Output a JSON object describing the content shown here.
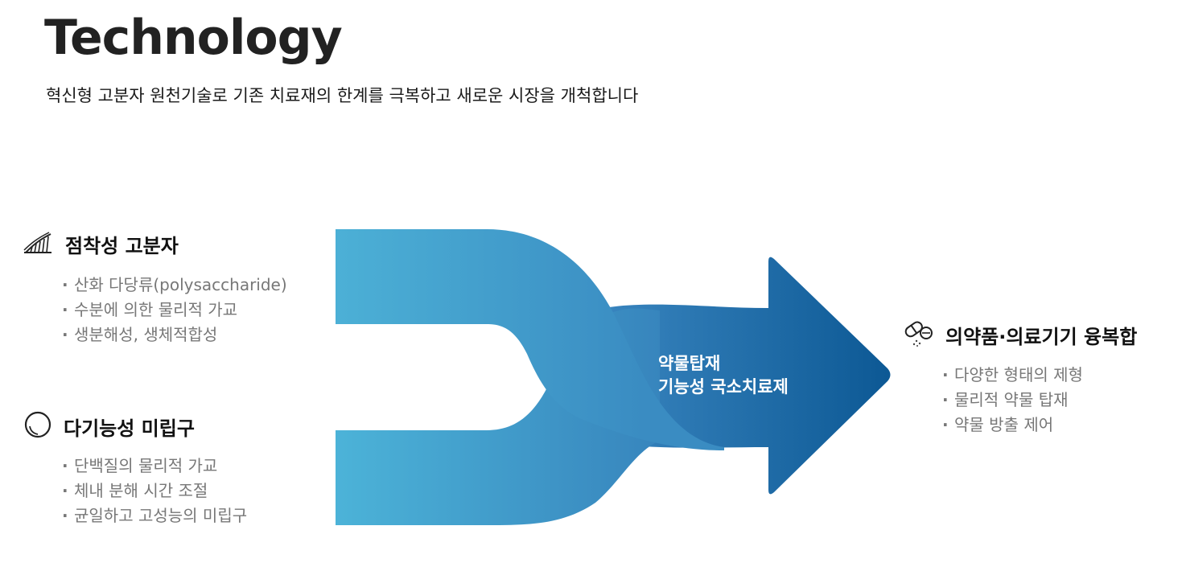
{
  "header": {
    "title": "Technology",
    "subtitle": "혁신형 고분자 원천기술로 기존 치료재의 한계를 극복하고 새로운 시장을 개척합니다"
  },
  "left_top": {
    "icon": "polymer-ribbon-icon",
    "heading": "점착성 고분자",
    "items": [
      "산화 다당류(polysaccharide)",
      "수분에 의한 물리적 가교",
      "생분해성, 생체적합성"
    ]
  },
  "left_bottom": {
    "icon": "sphere-icon",
    "heading": "다기능성 미립구",
    "items": [
      "단백질의 물리적 가교",
      "체내 분해 시간 조절",
      "균일하고 고성능의 미립구"
    ]
  },
  "center": {
    "line1": "약물탑재",
    "line2": "기능성 국소치료제"
  },
  "right": {
    "icon": "pills-icon",
    "heading": "의약품·의료기기 융복합",
    "items": [
      "다양한 형태의 제형",
      "물리적 약물 탑재",
      "약물 방출 제어"
    ]
  },
  "colors": {
    "arrow_light": "#4cb0d6",
    "arrow_mid": "#3a8fc4",
    "arrow_dark": "#0e5a96",
    "bullet_text": "#777777"
  }
}
